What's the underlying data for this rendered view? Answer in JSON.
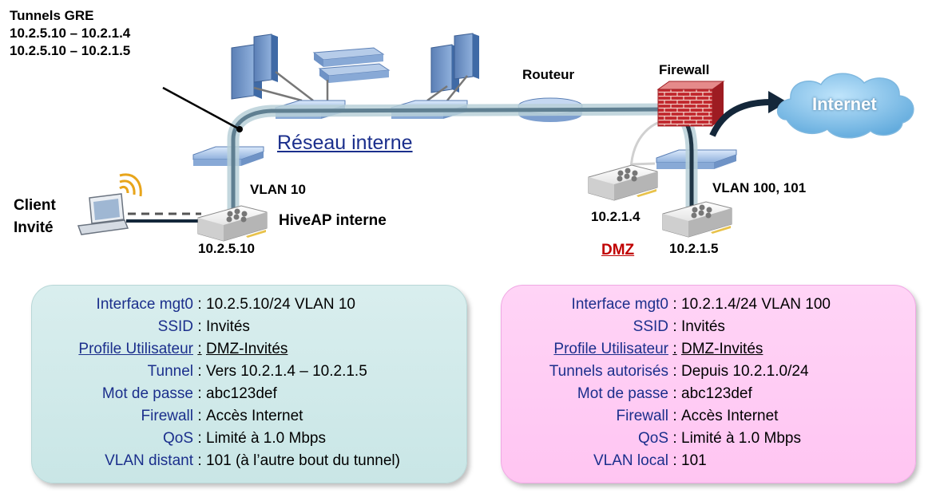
{
  "gre": {
    "title": "Tunnels GRE",
    "line1": "10.2.5.10 – 10.2.1.4",
    "line2": "10.2.5.10 – 10.2.1.5"
  },
  "labels": {
    "routeur": "Routeur",
    "firewall": "Firewall",
    "internet": "Internet",
    "reseau_interne": "Réseau interne",
    "vlan10": "VLAN 10",
    "hiveap_interne": "HiveAP interne",
    "client_line1": "Client",
    "client_line2": "Invité",
    "ip_local": "10.2.5.10",
    "ip_dmz1": "10.2.1.4",
    "ip_dmz2": "10.2.1.5",
    "dmz": "DMZ",
    "vlan_dmz": "VLAN 100, 101"
  },
  "left_box": {
    "rows": [
      {
        "key": "Interface mgt0",
        "value": "10.2.5.10/24 VLAN 10"
      },
      {
        "key": "SSID",
        "value": "Invités"
      },
      {
        "key": "Profile Utilisateur",
        "value": "DMZ-Invités"
      },
      {
        "key": "Tunnel",
        "value": "Vers 10.2.1.4 – 10.2.1.5"
      },
      {
        "key": "Mot de passe",
        "value": "abc123def"
      },
      {
        "key": "Firewall",
        "value": "Accès Internet"
      },
      {
        "key": "QoS",
        "value": "Limité à 1.0 Mbps"
      },
      {
        "key": "VLAN distant",
        "value": "101 (à l’autre bout du tunnel)"
      }
    ]
  },
  "right_box": {
    "rows": [
      {
        "key": "Interface mgt0",
        "value": "10.2.1.4/24 VLAN 100"
      },
      {
        "key": "SSID",
        "value": "Invités"
      },
      {
        "key": "Profile Utilisateur",
        "value": "DMZ-Invités"
      },
      {
        "key": "Tunnels autorisés",
        "value": "Depuis 10.2.1.0/24"
      },
      {
        "key": "Mot de passe",
        "value": "abc123def"
      },
      {
        "key": "Firewall",
        "value": "Accès Internet"
      },
      {
        "key": "QoS",
        "value": "Limité à 1.0 Mbps"
      },
      {
        "key": "VLAN local",
        "value": "101"
      }
    ]
  },
  "separator": ":"
}
